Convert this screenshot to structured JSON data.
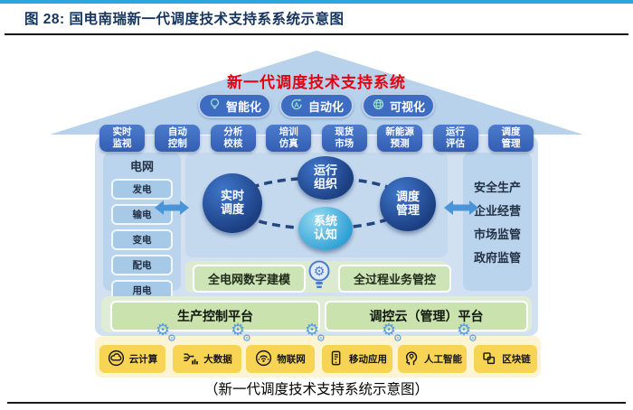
{
  "figure_header": {
    "title": "图 28: 国电南瑞新一代调度技术支持系系统示意图"
  },
  "roof": {
    "title": "新一代调度技术支持系统",
    "pills": [
      {
        "label": "智能化",
        "icon": "lightbulb-icon"
      },
      {
        "label": "自动化",
        "icon": "auto-loop-icon"
      },
      {
        "label": "可视化",
        "icon": "globe-icon"
      }
    ]
  },
  "function_row": {
    "items": [
      {
        "line1": "实时",
        "line2": "监视"
      },
      {
        "line1": "自动",
        "line2": "控制"
      },
      {
        "line1": "分析",
        "line2": "校核"
      },
      {
        "line1": "培训",
        "line2": "仿真"
      },
      {
        "line1": "现货",
        "line2": "市场"
      },
      {
        "line1": "新能源",
        "line2": "预测"
      },
      {
        "line1": "运行",
        "line2": "评估"
      },
      {
        "line1": "调度",
        "line2": "管理"
      }
    ]
  },
  "left_panel": {
    "title": "电网",
    "items": [
      "发电",
      "输电",
      "变电",
      "配电",
      "用电"
    ]
  },
  "right_panel": {
    "items": [
      "安全生产",
      "企业经营",
      "市场监管",
      "政府监管"
    ]
  },
  "core_circles": [
    {
      "line1": "实时",
      "line2": "调度"
    },
    {
      "line1": "运行",
      "line2": "组织"
    },
    {
      "line1": "调度",
      "line2": "管理"
    },
    {
      "line1": "系统",
      "line2": "认知"
    }
  ],
  "modeling_row": {
    "left_box": "全电网数字建模",
    "right_box": "全过程业务管控",
    "center_icon": "bulb-gear-icon"
  },
  "platform_row": {
    "left": "生产控制平台",
    "right": "调控云（管理）平台"
  },
  "tech_row": {
    "items": [
      {
        "label": "云计算",
        "icon": "cloud-icon"
      },
      {
        "label": "大数据",
        "icon": "big-data-icon"
      },
      {
        "label": "物联网",
        "icon": "iot-icon"
      },
      {
        "label": "移动应用",
        "icon": "mobile-app-icon"
      },
      {
        "label": "人工智能",
        "icon": "ai-icon"
      },
      {
        "label": "区块链",
        "icon": "blockchain-icon"
      }
    ]
  },
  "caption": "（新一代调度技术支持系统示意图）",
  "glyphs": {
    "gear": "⚙"
  },
  "colors": {
    "header_line_blue": "#2aa7de",
    "header_text_navy": "#16355e",
    "title_red": "#e60012",
    "roof_blue": "#b7d2ea",
    "pill_blue": "#3d6cc0",
    "function_box_blue": "#3a67be",
    "body_blue": "#d2e1f1",
    "side_panel_blue": "#b9d4ec",
    "circle_dark_blue": "#1c3f82",
    "cognition_cyan": "#41aadc",
    "green_panel": "#dcead2",
    "green_box": "#c9e2ae",
    "yellow_strip": "#fdf4d3",
    "yellow_box": "#f8d455",
    "gear_blue": "#5b9bd5",
    "icon_teal": "#9fe3cf"
  }
}
